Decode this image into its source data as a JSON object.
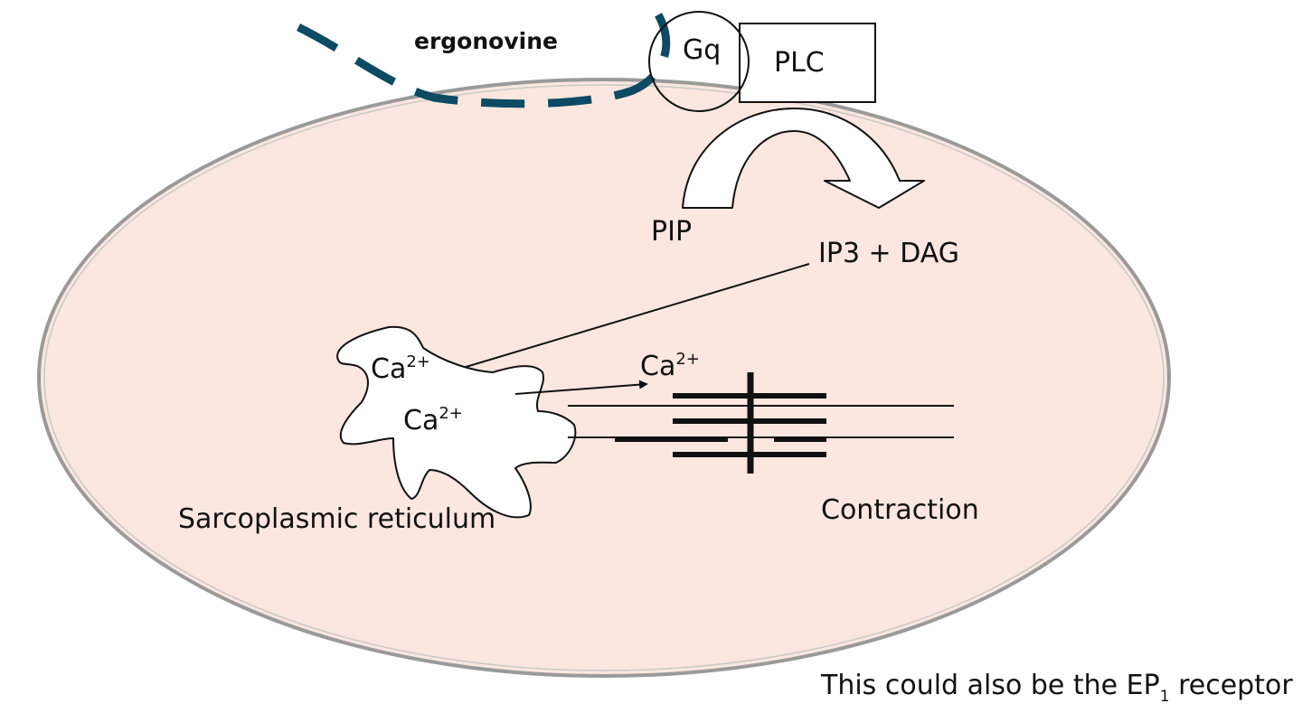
{
  "diagram": {
    "ligand": "ergonovine",
    "g_protein": "Gq",
    "enzyme": "PLC",
    "substrate": "PIP",
    "products": "IP3 + DAG",
    "ion_base": "Ca",
    "ion_charge": "2+",
    "organelle": "Sarcoplasmic reticulum",
    "outcome": "Contraction",
    "footnote": {
      "prefix": "This could also be the EP",
      "subscript": "1",
      "suffix": " receptor"
    }
  },
  "colors": {
    "cell_fill": "#fbe7df",
    "cell_stroke": "#9a9a9a",
    "ligand_dashed": "#0d4a63",
    "line": "#111111",
    "white": "#ffffff"
  }
}
